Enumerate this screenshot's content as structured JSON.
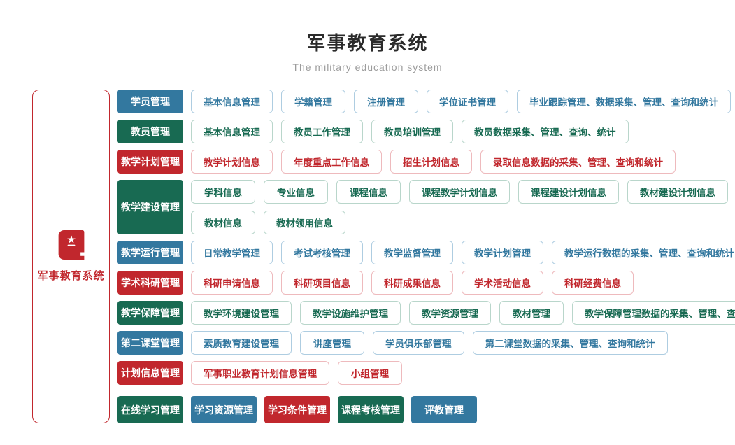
{
  "header": {
    "title": "军事教育系统",
    "subtitle": "The military education system"
  },
  "sidebar": {
    "label": "军事教育系统",
    "icon": "red-book-with-star-icon"
  },
  "colors": {
    "blue": "#33789f",
    "green": "#186a52",
    "red": "#c1272d",
    "blue_border": "#aecde1",
    "green_border": "#b9d6cb",
    "red_border": "#eebabd"
  },
  "rows": [
    {
      "category": "学员管理",
      "color": "blue",
      "lines": [
        [
          "基本信息管理",
          "学籍管理",
          "注册管理",
          "学位证书管理",
          "毕业跟踪管理、数据采集、管理、查询和统计"
        ]
      ]
    },
    {
      "category": "教员管理",
      "color": "green",
      "lines": [
        [
          "基本信息管理",
          "教员工作管理",
          "教员培训管理",
          "教员数据采集、管理、查询、统计"
        ]
      ]
    },
    {
      "category": "教学计划管理",
      "color": "red",
      "lines": [
        [
          "教学计划信息",
          "年度重点工作信息",
          "招生计划信息",
          "录取信息数据的采集、管理、查询和统计"
        ]
      ]
    },
    {
      "category": "教学建设管理",
      "color": "green",
      "lines": [
        [
          "学科信息",
          "专业信息",
          "课程信息",
          "课程教学计划信息",
          "课程建设计划信息",
          "教材建设计划信息"
        ],
        [
          "教材信息",
          "教材领用信息"
        ]
      ]
    },
    {
      "category": "教学运行管理",
      "color": "blue",
      "lines": [
        [
          "日常教学管理",
          "考试考核管理",
          "教学监督管理",
          "教学计划管理",
          "教学运行数据的采集、管理、查询和统计"
        ]
      ]
    },
    {
      "category": "学术科研管理",
      "color": "red",
      "lines": [
        [
          "科研申请信息",
          "科研项目信息",
          "科研成果信息",
          "学术活动信息",
          "科研经费信息"
        ]
      ]
    },
    {
      "category": "教学保障管理",
      "color": "green",
      "lines": [
        [
          "教学环境建设管理",
          "教学设施维护管理",
          "教学资源管理",
          "教材管理",
          "教学保障管理数据的采集、管理、查询和统计"
        ]
      ]
    },
    {
      "category": "第二课堂管理",
      "color": "blue",
      "lines": [
        [
          "素质教育建设管理",
          "讲座管理",
          "学员俱乐部管理",
          "第二课堂数据的采集、管理、查询和统计"
        ]
      ]
    },
    {
      "category": "计划信息管理",
      "color": "red",
      "lines": [
        [
          "军事职业教育计划信息管理",
          "小组管理"
        ]
      ]
    },
    {
      "category": "在线学习管理",
      "color": "green",
      "solid_items": [
        {
          "label": "学习资源管理",
          "color": "blue"
        },
        {
          "label": "学习条件管理",
          "color": "red"
        },
        {
          "label": "课程考核管理",
          "color": "green"
        },
        {
          "label": "评教管理",
          "color": "blue"
        }
      ]
    }
  ]
}
